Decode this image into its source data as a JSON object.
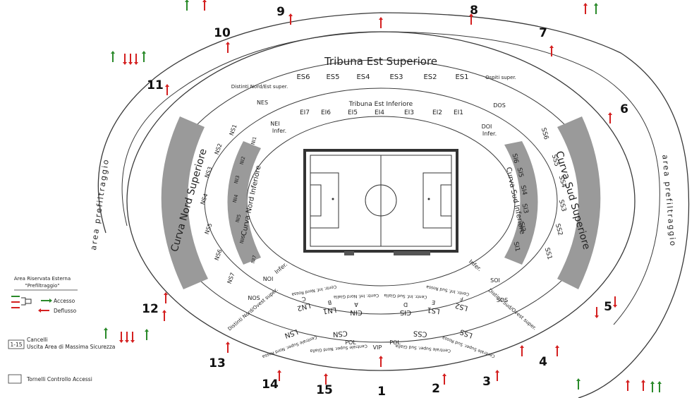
{
  "colors": {
    "stroke": "#3a3a3a",
    "curva_band": "#9a9a9a",
    "arrow_red": "#d42020",
    "arrow_green": "#2a8a2a",
    "pitch_border": "#333333"
  },
  "stands": {
    "tribuna_est_superiore": "Tribuna Est Superiore",
    "tribuna_est_inferiore": "Tribuna Est Inferiore",
    "curva_nord_superiore": "Curva Nord Superiore",
    "curva_nord_inferiore": "Curva Nord Inferiore",
    "curva_sud_superiore": "Curva Sud Superiore",
    "curva_sud_inferiore": "Curva Sud Inferiore",
    "distinti_nord_est": "Distinti Nord/Est super.",
    "distinti_nord_ovest": "Distinti Nord/Ovest super.",
    "distinti_sud_ovest": "Distinti Sud/Ovest super.",
    "ospiti_super": "Ospiti super."
  },
  "sectors": {
    "est_sup": [
      "ES6",
      "ES5",
      "ES4",
      "ES3",
      "ES2",
      "ES1"
    ],
    "est_inf": [
      "EI7",
      "EI6",
      "EI5",
      "EI4",
      "EI3",
      "EI2",
      "EI1"
    ],
    "nord_sup": [
      "NS1",
      "NS2",
      "NS3",
      "NS4",
      "NS5",
      "NS6",
      "NS7"
    ],
    "nord_inf": [
      "NI1",
      "NI2",
      "NI3",
      "NI4",
      "NI5",
      "NI6",
      "NI7"
    ],
    "sud_sup": [
      "SS6",
      "SS5",
      "SS4",
      "SS3",
      "SS2",
      "SS1"
    ],
    "sud_inf": [
      "SI6",
      "SI5",
      "SI4",
      "SI3",
      "SI2",
      "SI1"
    ],
    "ovest": [
      "LN2",
      "LN1",
      "CIN",
      "CIS",
      "LS1",
      "LS2"
    ],
    "ovest_letters": [
      "C",
      "B",
      "A",
      "D",
      "E",
      "F"
    ],
    "centrale_super": [
      "LSN",
      "CSN",
      "CSS",
      "LSS"
    ],
    "misc": [
      "NES",
      "NEI",
      "Infer.",
      "DOS",
      "DOI",
      "Infer.",
      "NOI",
      "NOS",
      "SOI",
      "SOS",
      "Infer.",
      "Infer.",
      "VIP",
      "POL",
      "POL"
    ]
  },
  "centrale_labels": {
    "nord_rossa": "Centrale Super. Nord Rossa",
    "nord_gialla": "Centrale Super. Nord Gialla",
    "sud_gialla": "Centrale Super. Sud Gialla",
    "sud_rossa": "Centrale Super. Sud Rossa",
    "inf_nord_rossa": "Centr. Inf. Nord Rossa",
    "inf_nord_gialla": "Centr. Inf. Nord Gialla",
    "inf_sud_gialla": "Centr. Inf. Sud Gialla",
    "inf_sud_rossa": "Centr. Inf. Sud Rossa"
  },
  "gates": [
    "1",
    "2",
    "3",
    "4",
    "5",
    "6",
    "7",
    "8",
    "9",
    "10",
    "11",
    "12",
    "13",
    "14",
    "15"
  ],
  "prefiltraggio": "area prefiltraggio",
  "legend": {
    "title_line1": "Area Riservata Esterna",
    "title_line2": "\"Prefiltraggio\"",
    "accesso": "Accesso",
    "deflusso": "Deflusso",
    "cancelli": "Cancelli",
    "cancelli_sub": "Uscita Area di Massima Sicurezza",
    "cancelli_icon": "1-15",
    "tornelli": "Tornelli Controllo Accessi"
  }
}
